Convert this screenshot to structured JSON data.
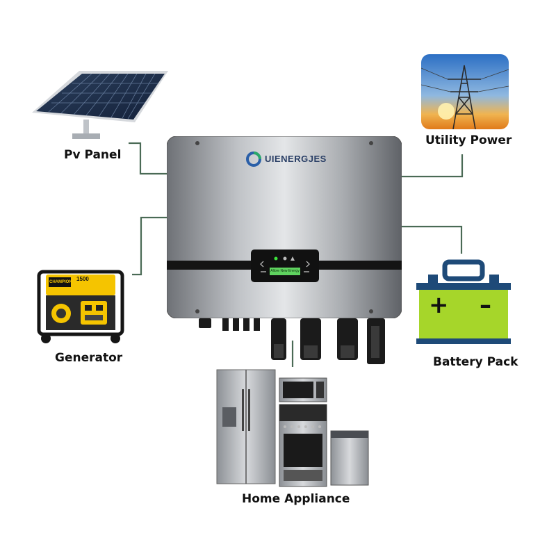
{
  "labels": {
    "pv_panel": "Pv Panel",
    "utility_power": "Utility Power",
    "generator": "Generator",
    "battery_pack": "Battery Pack",
    "home_appliance": "Home Appliance"
  },
  "inverter": {
    "brand": "UIENERGJES",
    "display_text": "Allore New Energy"
  },
  "battery": {
    "plus": "+",
    "minus": "–"
  },
  "generator": {
    "brand": "CHAMPION",
    "badge": "1500"
  },
  "colors": {
    "connector_line": "#4a6a55",
    "battery_body": "#a6d62a",
    "battery_frame": "#1e4a78",
    "generator_yellow": "#f5c400",
    "display_green": "#5fd35f",
    "logo_blue": "#2a5fa8",
    "logo_green": "#2aa86a"
  },
  "icons": {
    "solar_panel": "solar-panel-icon",
    "power_tower": "power-tower-icon",
    "generator": "generator-icon",
    "battery": "battery-icon",
    "appliances": "home-appliances-icon",
    "inverter": "inverter-icon"
  }
}
